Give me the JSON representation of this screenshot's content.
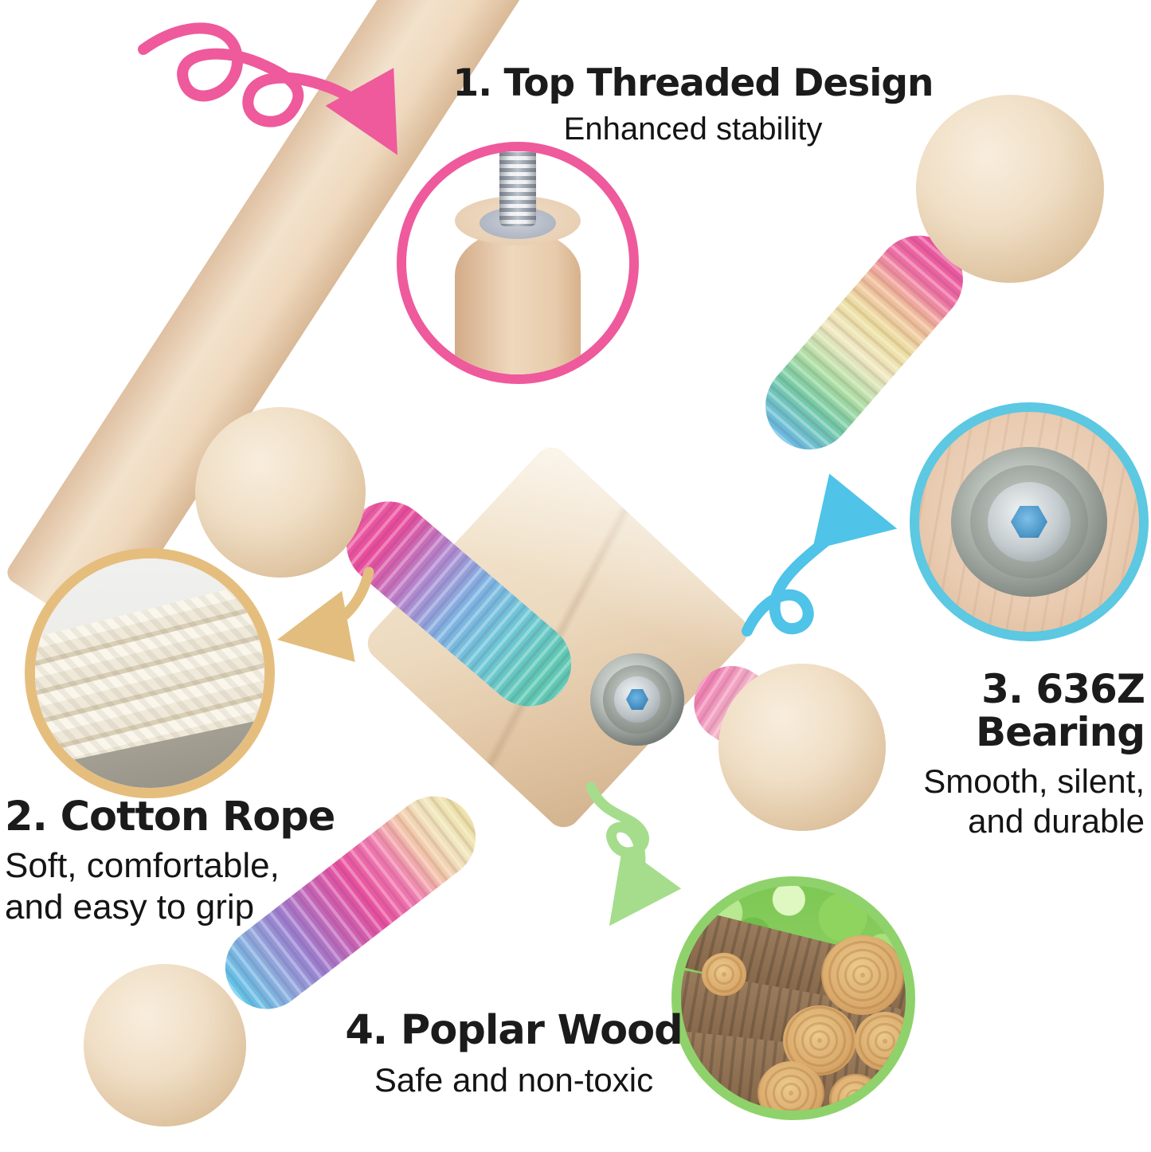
{
  "image": {
    "kind": "product-feature-infographic",
    "subject": "wooden rotating mobile arm toy with rainbow cotton rope wrapped arms and wooden balls",
    "background_color": "#ffffff"
  },
  "features": [
    {
      "title": "1. Top Threaded Design",
      "subtitle": "Enhanced stability",
      "accent": "#ee5a9c",
      "inset": "threaded-screw-on-wood-dowel-photo",
      "arrow": "pink-curly-arrow"
    },
    {
      "title": "2. Cotton Rope",
      "subtitle_lines": [
        "Soft, comfortable,",
        "and easy to grip"
      ],
      "accent": "#e5be7e",
      "inset": "white-cotton-rope-closeup-photo",
      "arrow": "tan-curved-arrow"
    },
    {
      "title": "3. 636Z Bearing",
      "subtitle_lines": [
        "Smooth, silent,",
        "and durable"
      ],
      "accent": "#5cc8e2",
      "inset": "636z-bearing-in-wood-photo",
      "arrow": "blue-curly-arrow"
    },
    {
      "title": "4. Poplar Wood",
      "subtitle": "Safe and non-toxic",
      "accent": "#8fd26b",
      "inset": "poplar-logs-photo",
      "arrow": "green-curly-arrow"
    }
  ],
  "colors": {
    "pink": "#ee5a9c",
    "tan": "#e3bd7d",
    "blue": "#4fc3e8",
    "green": "#a5dd8c",
    "wood_light": "#f2e2cc",
    "wood_dark": "#d2b38f",
    "text": "#1b1b1b"
  },
  "icons": {
    "pink_curly_arrow": "spiral arrow pointing to threaded-top inset",
    "tan_curved_arrow": "curved arrow pointing to cotton-rope inset",
    "blue_curly_arrow": "spiral arrow pointing to bearing inset",
    "green_curly_arrow": "spiral arrow pointing to poplar-logs inset"
  }
}
